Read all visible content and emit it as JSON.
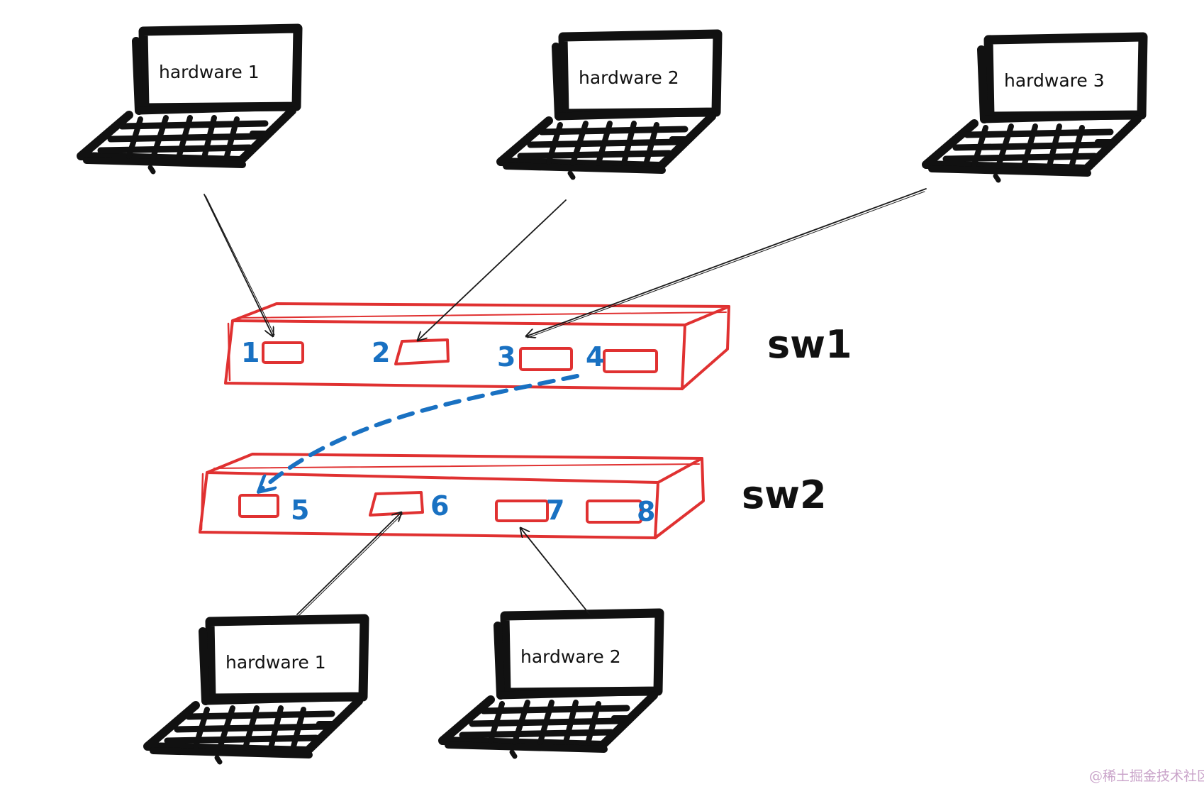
{
  "colors": {
    "ink": "#111111",
    "switch": "#e03131",
    "port_number": "#1971c2",
    "link": "#1a1a1a",
    "trunk": "#1971c2",
    "watermark": "#c9a3c9"
  },
  "laptops": {
    "top1": {
      "label": "hardware 1"
    },
    "top2": {
      "label": "hardware 2"
    },
    "top3": {
      "label": "hardware 3"
    },
    "bottom1": {
      "label": "hardware 1"
    },
    "bottom2": {
      "label": "hardware 2"
    }
  },
  "switches": {
    "sw1": {
      "label": "sw1",
      "ports": [
        "1",
        "2",
        "3",
        "4"
      ]
    },
    "sw2": {
      "label": "sw2",
      "ports": [
        "5",
        "6",
        "7",
        "8"
      ]
    }
  },
  "watermark": "@稀土掘金技术社区"
}
